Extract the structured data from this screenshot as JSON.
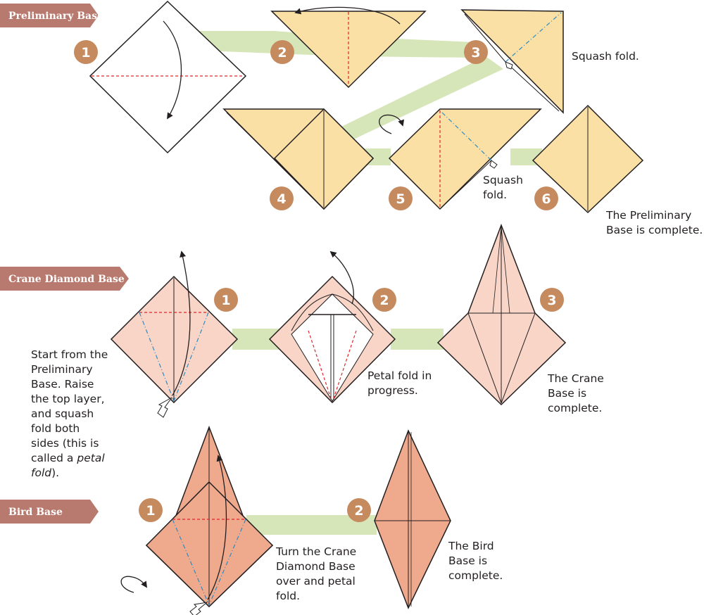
{
  "sections": {
    "preliminary": {
      "title": "Preliminary Base",
      "steps": [
        "1",
        "2",
        "3",
        "4",
        "5",
        "6"
      ],
      "captions": {
        "squash_step3": "Squash fold.",
        "squash_step5": "Squash\nfold.",
        "complete": "The Preliminary\nBase is complete."
      }
    },
    "crane": {
      "title": "Crane Diamond Base",
      "steps": [
        "1",
        "2",
        "3"
      ],
      "captions": {
        "intro_before": "Start from the\nPreliminary\nBase. Raise\nthe top layer,\nand squash\nfold both\nsides (this is\ncalled a ",
        "intro_em": "petal\nfold",
        "intro_after": ").",
        "in_progress": "Petal fold in\nprogress.",
        "complete": "The Crane\nBase is\ncomplete."
      }
    },
    "bird": {
      "title": "Bird Base",
      "steps": [
        "1",
        "2"
      ],
      "captions": {
        "turn_over": "Turn the Crane\nDiamond Base\nover and petal\nfold.",
        "complete": "The Bird\nBase is\ncomplete."
      }
    }
  },
  "colors": {
    "banner": "#b87a6e",
    "badge": "#c68a5f",
    "connector": "#d7e6b9",
    "paper_yellow": "#fbe0a6",
    "paper_pink": "#f8d5c7",
    "paper_salmon": "#efa98d",
    "outline": "#231f20",
    "valley_red": "#e0262c",
    "mountain_blue": "#2e8bc0"
  }
}
